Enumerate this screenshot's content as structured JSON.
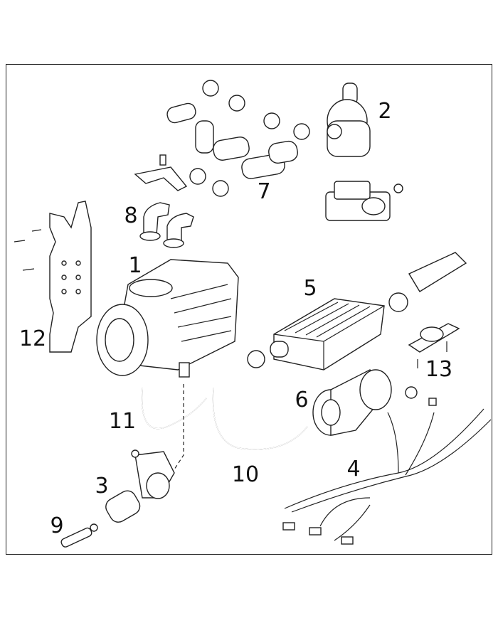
{
  "diagram": {
    "type": "exploded parts view",
    "callouts": [
      "1",
      "2",
      "3",
      "4",
      "5",
      "6",
      "7",
      "8",
      "9",
      "10",
      "11",
      "12",
      "13"
    ]
  }
}
